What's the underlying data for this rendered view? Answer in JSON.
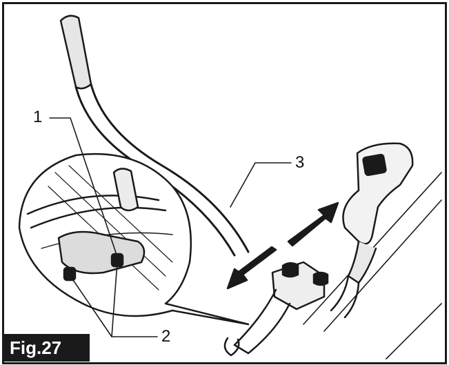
{
  "figure": {
    "badge": "Fig.27"
  },
  "callouts": [
    {
      "id": "callout-1",
      "text": "1"
    },
    {
      "id": "callout-2",
      "text": "2"
    },
    {
      "id": "callout-3",
      "text": "3"
    }
  ],
  "colors": {
    "ink": "#1a1a1a",
    "paper": "#ffffff",
    "shade": "#cfcfcf"
  }
}
